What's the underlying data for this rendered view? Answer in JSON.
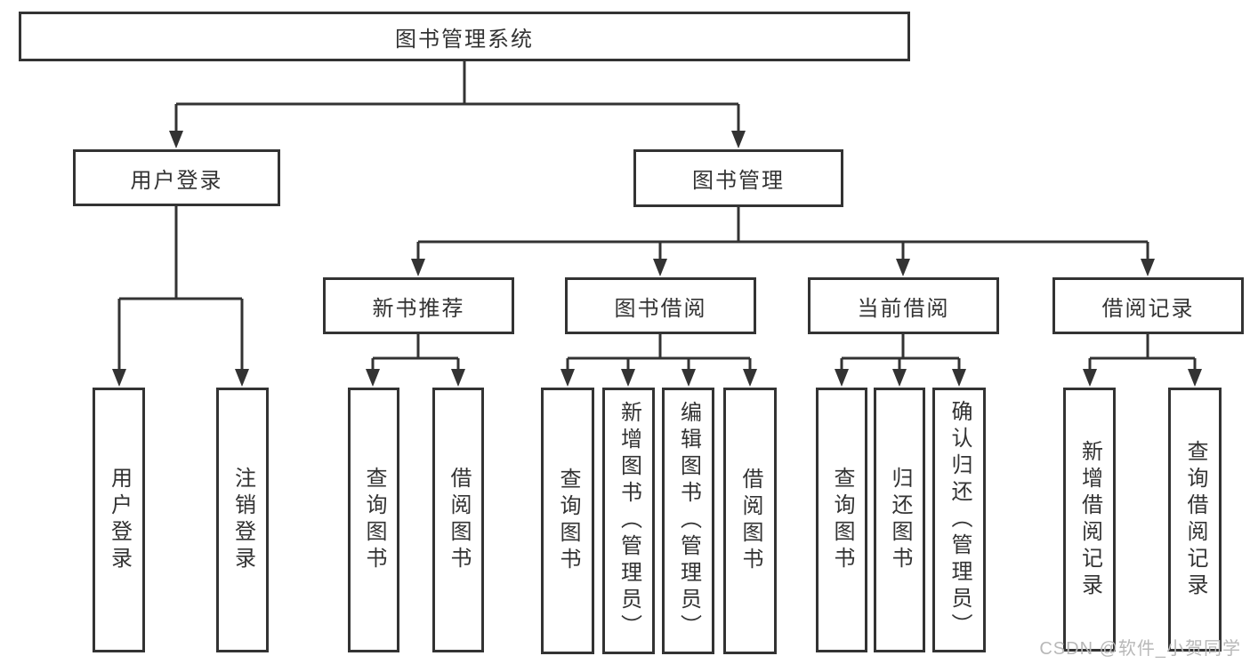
{
  "diagram": {
    "type": "hierarchy-tree",
    "tree": {
      "label": "图书管理系统",
      "children": [
        {
          "label": "用户登录",
          "children": [
            {
              "label": "用户登录"
            },
            {
              "label": "注销登录"
            }
          ]
        },
        {
          "label": "图书管理",
          "children": [
            {
              "label": "新书推荐",
              "children": [
                {
                  "label": "查询图书"
                },
                {
                  "label": "借阅图书"
                }
              ]
            },
            {
              "label": "图书借阅",
              "children": [
                {
                  "label": "查询图书"
                },
                {
                  "label": "新增图书（管理员）"
                },
                {
                  "label": "编辑图书（管理员）"
                },
                {
                  "label": "借阅图书"
                }
              ]
            },
            {
              "label": "当前借阅",
              "children": [
                {
                  "label": "查询图书"
                },
                {
                  "label": "归还图书"
                },
                {
                  "label": "确认归还（管理员）"
                }
              ]
            },
            {
              "label": "借阅记录",
              "children": [
                {
                  "label": "新增借阅记录"
                },
                {
                  "label": "查询借阅记录"
                }
              ]
            }
          ]
        }
      ]
    },
    "colors": {
      "line": "#333333",
      "box_border": "#333333",
      "box_fill": "#ffffff",
      "text": "#333333",
      "watermark": "#b8b8b8"
    }
  },
  "watermark": "CSDN @软件_小贺同学"
}
